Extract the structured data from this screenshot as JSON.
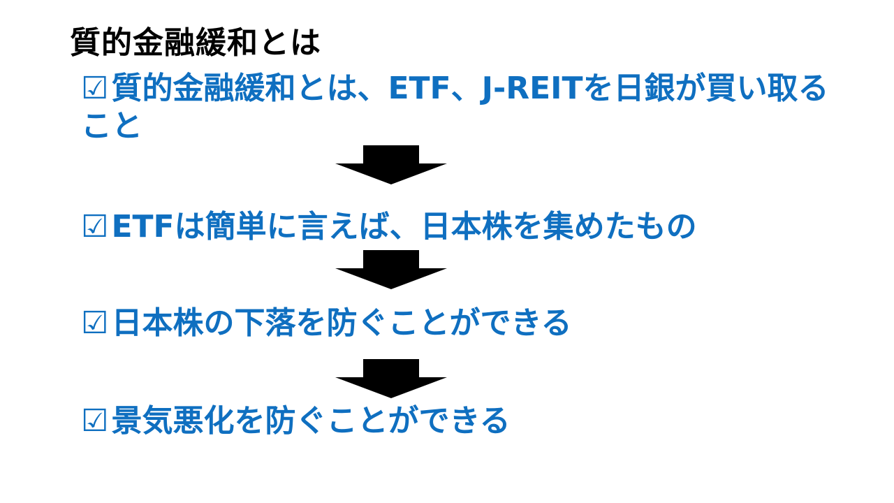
{
  "slide": {
    "title": "質的金融緩和とは",
    "check_symbol": "☑",
    "items": [
      {
        "text": "質的金融緩和とは、ETF、J-REITを日銀が買い取ること"
      },
      {
        "text": "ETFは簡単に言えば、日本株を集めたもの"
      },
      {
        "text": "日本株の下落を防ぐことができる"
      },
      {
        "text": "景気悪化を防ぐことができる"
      }
    ],
    "colors": {
      "title": "#000000",
      "item_text": "#0f6fc0",
      "arrow": "#000000",
      "background": "#ffffff"
    }
  }
}
